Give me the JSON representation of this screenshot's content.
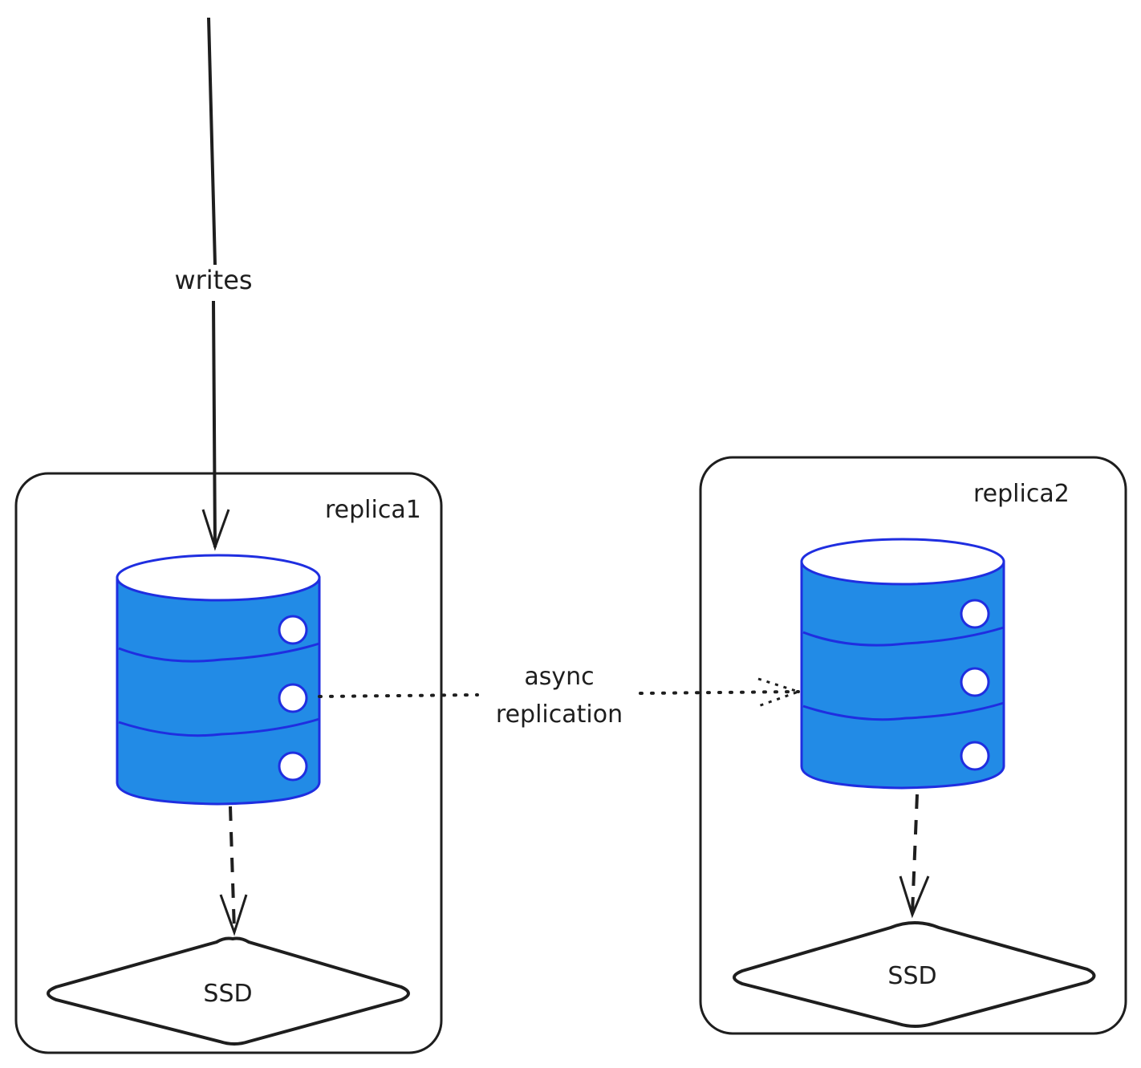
{
  "diagram": {
    "edges": {
      "writes": {
        "label": "writes"
      },
      "replication": {
        "label_line1": "async",
        "label_line2": "replication"
      }
    },
    "nodes": {
      "replica1": {
        "label": "replica1",
        "storage_label": "SSD"
      },
      "replica2": {
        "label": "replica2",
        "storage_label": "SSD"
      }
    },
    "colors": {
      "db_fill": "#228be6",
      "db_stroke": "#1f2ee0",
      "ink": "#1e1e1e",
      "background": "#ffffff"
    }
  }
}
